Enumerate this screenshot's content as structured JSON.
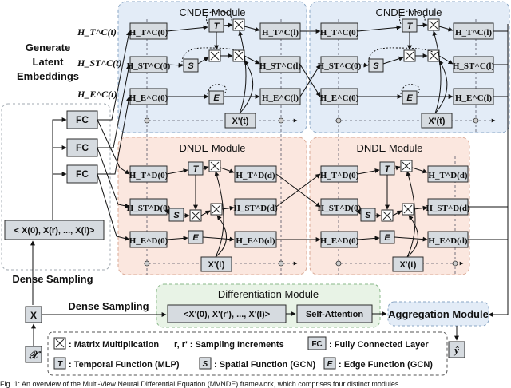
{
  "modules": {
    "cnde": "CNDE Module",
    "dnde": "DNDE Module",
    "differentiation": "Differentiation Module",
    "aggregation": "Aggregation Module"
  },
  "embedding_caption": [
    "Generate",
    "Latent",
    "Embeddings"
  ],
  "embedding_labels": {
    "temporal": "H_T^C(t)",
    "spatial": "H_ST^C(t)",
    "edge": "H_E^C(t)"
  },
  "cnde_nodes": {
    "t0": "H_T^C(0)",
    "st0": "H_ST^C(0)",
    "e0": "H_E^C(0)",
    "tl": "H_T^C(l)",
    "stl": "H_ST^C(l)",
    "el": "H_E^C(l)"
  },
  "dnde_nodes": {
    "t0": "H_T^D(0)",
    "st0": "H_ST^D(0)",
    "e0": "H_E^D(0)",
    "td": "H_T^D(d)",
    "std": "H_ST^D(d)",
    "ed": "H_E^D(d)"
  },
  "ops": {
    "temporal": "T",
    "spatial": "S",
    "edge": "E"
  },
  "xprime_t": "X'(t)",
  "fc_label": "FC",
  "samples_box": "< X(0), X(r), ..., X(l)>",
  "dense_sampling_1": "Dense Sampling",
  "dense_sampling_2": "Dense Sampling",
  "x_label": "X",
  "x_input": "𝒳",
  "diff_seq": "<X'(0), X'(r'), ..., X'(l)>",
  "self_attention": "Self-Attention",
  "y_hat": "ŷ",
  "legend": {
    "matmul": ": Matrix Multiplication",
    "increments": "r, r' : Sampling Increments",
    "fc": ": Fully Connected Layer",
    "temporal": ": Temporal Function (MLP)",
    "spatial": ": Spatial Function (GCN)",
    "edge": ": Edge Function (GCN)"
  },
  "caption_partial": "Fig. 1: An overview of the Multi-View Neural Differential Equation (MVNDE) framework, which comprises four distinct modules",
  "colors": {
    "cnde_bg": "#e3ecf7",
    "dnde_bg": "#fbe7df",
    "diff_bg": "#e8f3e6",
    "box_fill": "#d6dbe0",
    "box_stroke": "#2b2b2b"
  }
}
